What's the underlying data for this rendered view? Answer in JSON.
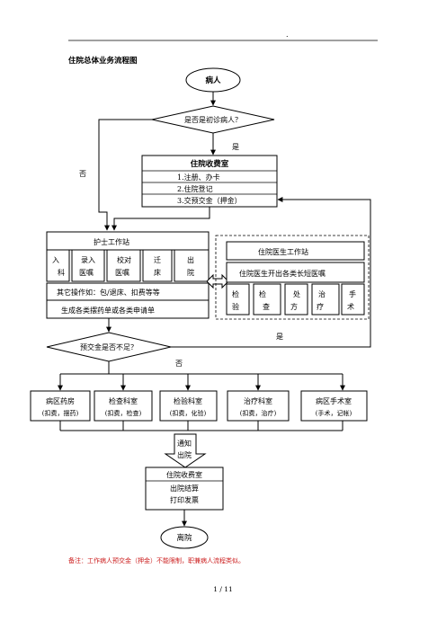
{
  "header_dot": ".",
  "title": "住院总体业务流程图",
  "patient": "病人",
  "first_visit_question": "是否是初诊病人？",
  "yes_label_1": "是",
  "no_label_1": "否",
  "cashier": {
    "title": "住院收费室",
    "items": [
      "1.注册、办卡",
      "2.住院登记",
      "3.交预交金（押金）"
    ]
  },
  "nurse_station": {
    "title": "护士工作站",
    "cells": [
      [
        "入",
        "科"
      ],
      [
        "录入",
        "医嘱"
      ],
      [
        "校对",
        "医嘱"
      ],
      [
        "迁",
        "床"
      ],
      [
        "出",
        "院"
      ]
    ],
    "other_ops": "其它操作如：包/退床、扣费等等",
    "generate": "生成各类摆药单或各类申请单"
  },
  "doctor_station": {
    "title": "住院医生工作站",
    "subtitle": "住院医生开出各类长短医嘱",
    "cells": [
      [
        "检",
        "验"
      ],
      [
        "检",
        "查"
      ],
      [
        "处",
        "方"
      ],
      [
        "治",
        "疗"
      ],
      [
        "手",
        "术"
      ]
    ]
  },
  "deposit_question": "预交金是否不足？",
  "yes_label_2": "是",
  "no_label_2": "否",
  "departments": [
    {
      "name": "病区药房",
      "sub": "(扣费，摆药)"
    },
    {
      "name": "检查科室",
      "sub": "(扣费，检查)"
    },
    {
      "name": "检验科室",
      "sub": "(扣费，化验)"
    },
    {
      "name": "治疗科室",
      "sub": "(扣费，治疗)"
    },
    {
      "name": "病区手术室",
      "sub": "(手术，记帐)"
    }
  ],
  "notify": [
    "通知",
    "出院"
  ],
  "discharge_cashier": {
    "title": "住院收费室",
    "items": [
      "出院结算",
      "打印发票"
    ]
  },
  "leave": "离院",
  "note": "备注：工作病人预交金（押金）不能限制，职兼病人流程类似。",
  "page_number": "1  /  11"
}
